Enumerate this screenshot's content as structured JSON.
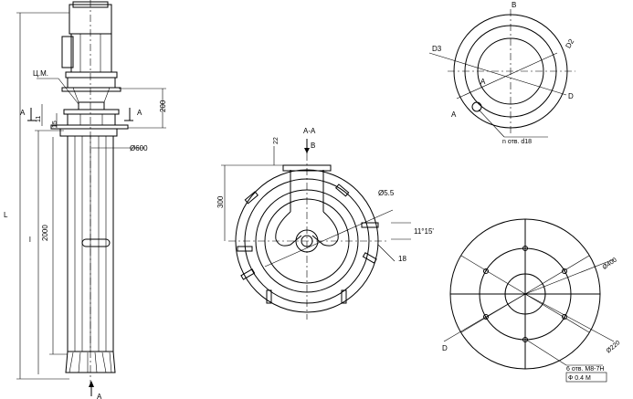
{
  "drawing": {
    "label_view_a_bottom": "A",
    "label_section_left": "A",
    "label_section_right": "A",
    "label_cm": "Ц.М.",
    "dim_L": "L",
    "dim_l": "l",
    "dim_2000": "2000",
    "dim_200": "200",
    "dim_11": "11",
    "dim_15": "15",
    "dim_d600": "Ø600",
    "section_title": "А-А",
    "view_b_arrow": "B",
    "dim_22": "22",
    "dim_300": "300",
    "dim_d55": "Ø5.5",
    "dim_angle": "11°15'",
    "dim_18": "18",
    "view_b_title": "B",
    "dim_D3": "D3",
    "dim_D2": "D2",
    "label_A_flange": "A",
    "label_D_top": "D",
    "label_A_side": "A",
    "holes_d18": "n отв. d18",
    "dim_d400": "Ø400",
    "label_D_bottom": "D",
    "dim_d220": "Ø220",
    "holes_m8": "6 отв. M8-7H",
    "tolerance": "Ф 0.4 М"
  }
}
